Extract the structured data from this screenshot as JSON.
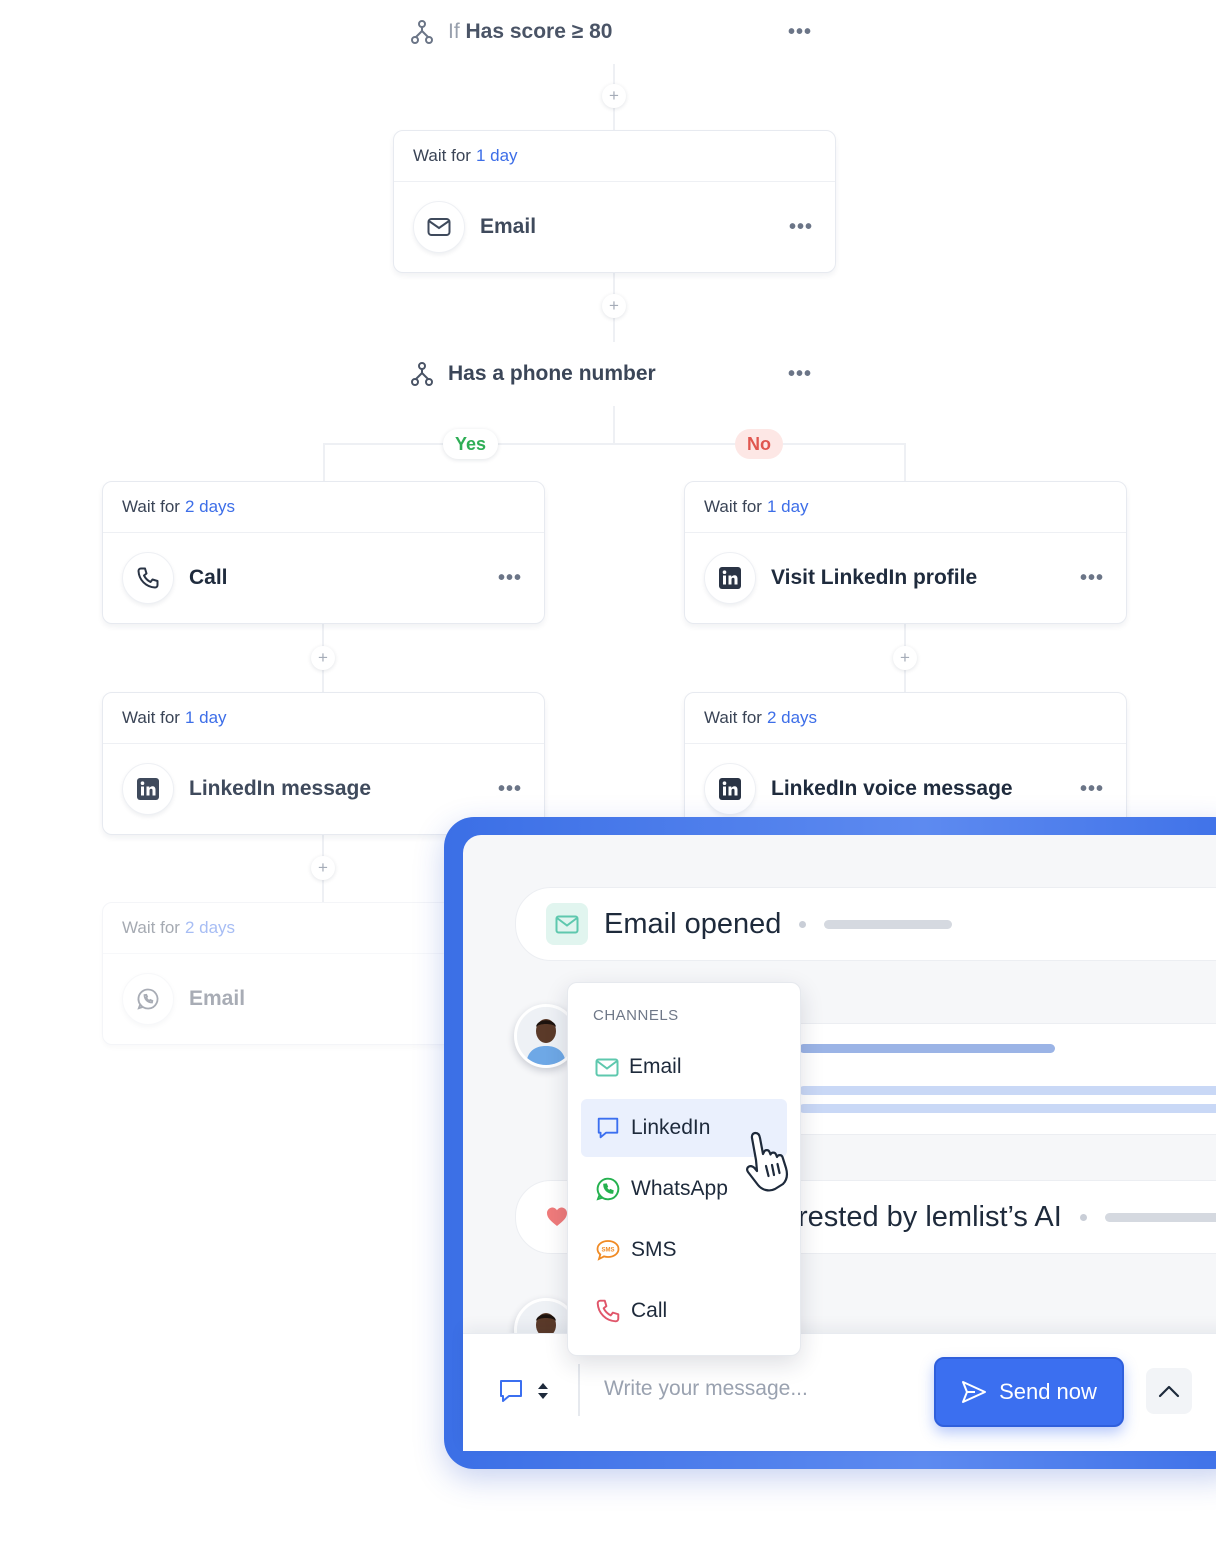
{
  "flow": {
    "top_condition": {
      "prefix": "If",
      "label": "Has score ≥ 80"
    },
    "node_email_1": {
      "wait_prefix": "Wait for",
      "wait_value": "1 day",
      "label": "Email"
    },
    "phone_condition": {
      "label": "Has a phone number"
    },
    "branch_yes": "Yes",
    "branch_no": "No",
    "yes_branch": [
      {
        "wait_prefix": "Wait for",
        "wait_value": "2 days",
        "label": "Call",
        "icon": "phone-icon"
      },
      {
        "wait_prefix": "Wait for",
        "wait_value": "1 day",
        "label": "LinkedIn message",
        "icon": "linkedin-icon"
      },
      {
        "wait_prefix": "Wait for",
        "wait_value": "2 days",
        "label": "Email",
        "icon": "whatsapp-icon"
      }
    ],
    "no_branch": [
      {
        "wait_prefix": "Wait for",
        "wait_value": "1 day",
        "label": "Visit LinkedIn profile",
        "icon": "linkedin-icon"
      },
      {
        "wait_prefix": "Wait for",
        "wait_value": "2 days",
        "label": "LinkedIn voice message",
        "icon": "linkedin-icon"
      }
    ],
    "more": "•••",
    "add": "+"
  },
  "panel": {
    "event_1": "Email opened",
    "event_2": "rested by lemlist’s AI",
    "compose_placeholder": "Write your message...",
    "send_label": "Send now"
  },
  "dropdown": {
    "heading": "CHANNELS",
    "items": [
      {
        "label": "Email",
        "icon": "email-icon"
      },
      {
        "label": "LinkedIn",
        "icon": "chat-bubble-icon",
        "active": true
      },
      {
        "label": "WhatsApp",
        "icon": "whatsapp-icon"
      },
      {
        "label": "SMS",
        "icon": "sms-icon"
      },
      {
        "label": "Call",
        "icon": "phone-icon"
      }
    ]
  },
  "colors": {
    "accent": "#3b6ff0",
    "wait_value": "#3d6ee8",
    "yes": "#2fae56",
    "no": "#e0564f",
    "whatsapp": "#25b14f",
    "sms": "#f08a24",
    "call": "#e0566a",
    "email_channel": "#5ec8ae"
  }
}
